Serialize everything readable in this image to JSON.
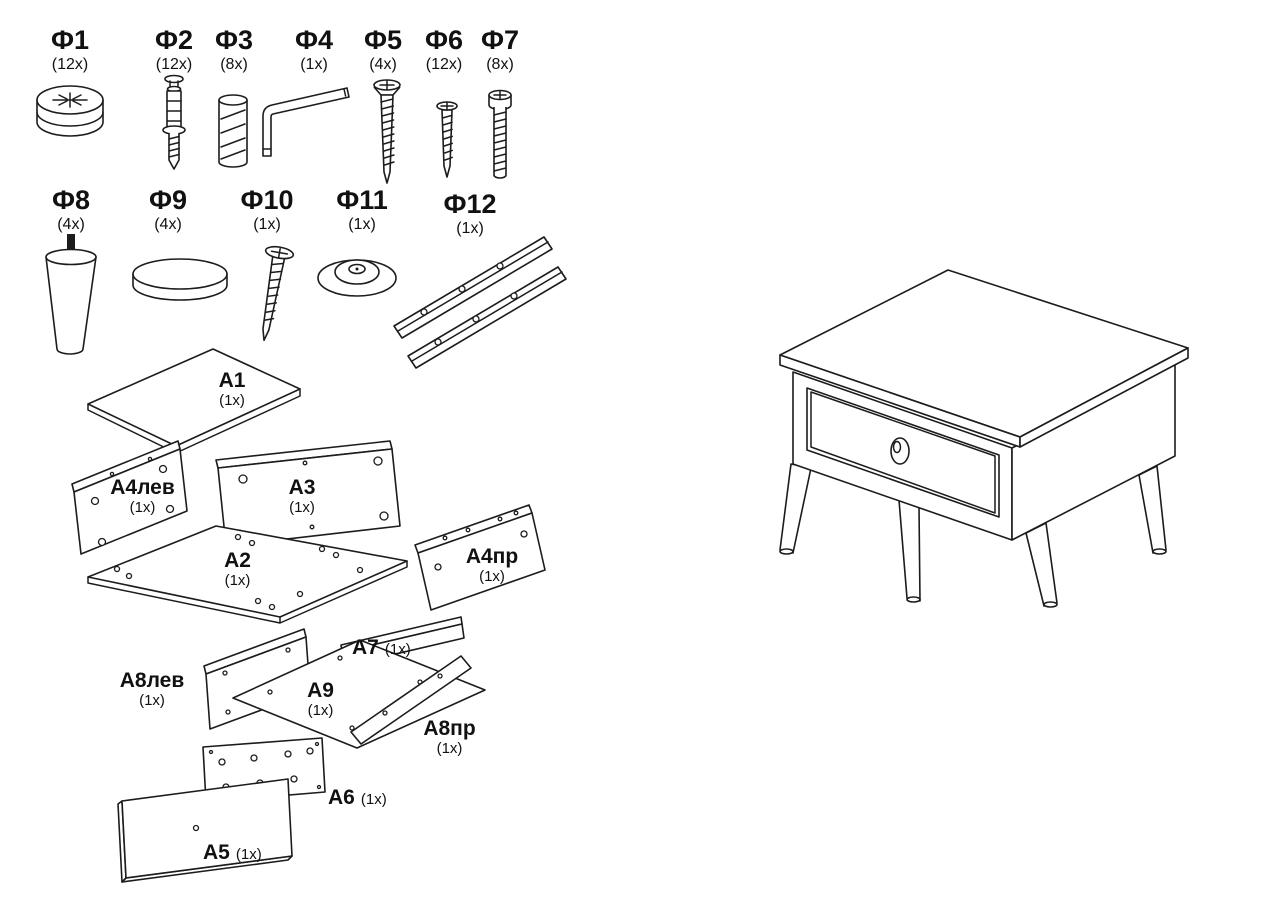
{
  "colors": {
    "line": "#1c1c1c",
    "background": "#ffffff"
  },
  "hardware": {
    "items": [
      {
        "id": "Ф1",
        "qty": "(12x)",
        "icon": "cam-lock-icon"
      },
      {
        "id": "Ф2",
        "qty": "(12x)",
        "icon": "cam-bolt-icon"
      },
      {
        "id": "Ф3",
        "qty": "(8x)",
        "icon": "wood-dowel-icon"
      },
      {
        "id": "Ф4",
        "qty": "(1x)",
        "icon": "hex-key-icon"
      },
      {
        "id": "Ф5",
        "qty": "(4x)",
        "icon": "wood-screw-icon"
      },
      {
        "id": "Ф6",
        "qty": "(12x)",
        "icon": "small-screw-icon"
      },
      {
        "id": "Ф7",
        "qty": "(8x)",
        "icon": "confirmat-screw-icon"
      },
      {
        "id": "Ф8",
        "qty": "(4x)",
        "icon": "furniture-leg-icon"
      },
      {
        "id": "Ф9",
        "qty": "(4x)",
        "icon": "round-pad-icon"
      },
      {
        "id": "Ф10",
        "qty": "(1x)",
        "icon": "long-screw-icon"
      },
      {
        "id": "Ф11",
        "qty": "(1x)",
        "icon": "knob-icon"
      },
      {
        "id": "Ф12",
        "qty": "(1x)",
        "icon": "drawer-slides-icon"
      }
    ]
  },
  "panels": {
    "a1": {
      "id": "A1",
      "qty": "(1x)"
    },
    "a2": {
      "id": "A2",
      "qty": "(1x)"
    },
    "a3": {
      "id": "A3",
      "qty": "(1x)"
    },
    "a4lev": {
      "id": "A4лев",
      "qty": "(1x)"
    },
    "a4pr": {
      "id": "A4пр",
      "qty": "(1x)"
    },
    "a5": {
      "id": "A5",
      "qty": "(1x)"
    },
    "a6": {
      "id": "A6",
      "qty": "(1x)"
    },
    "a7": {
      "id": "A7",
      "qty": "(1x)"
    },
    "a8lev": {
      "id": "A8лев",
      "qty": "(1x)"
    },
    "a8pr": {
      "id": "A8пр",
      "qty": "(1x)"
    },
    "a9": {
      "id": "A9",
      "qty": "(1x)"
    }
  }
}
